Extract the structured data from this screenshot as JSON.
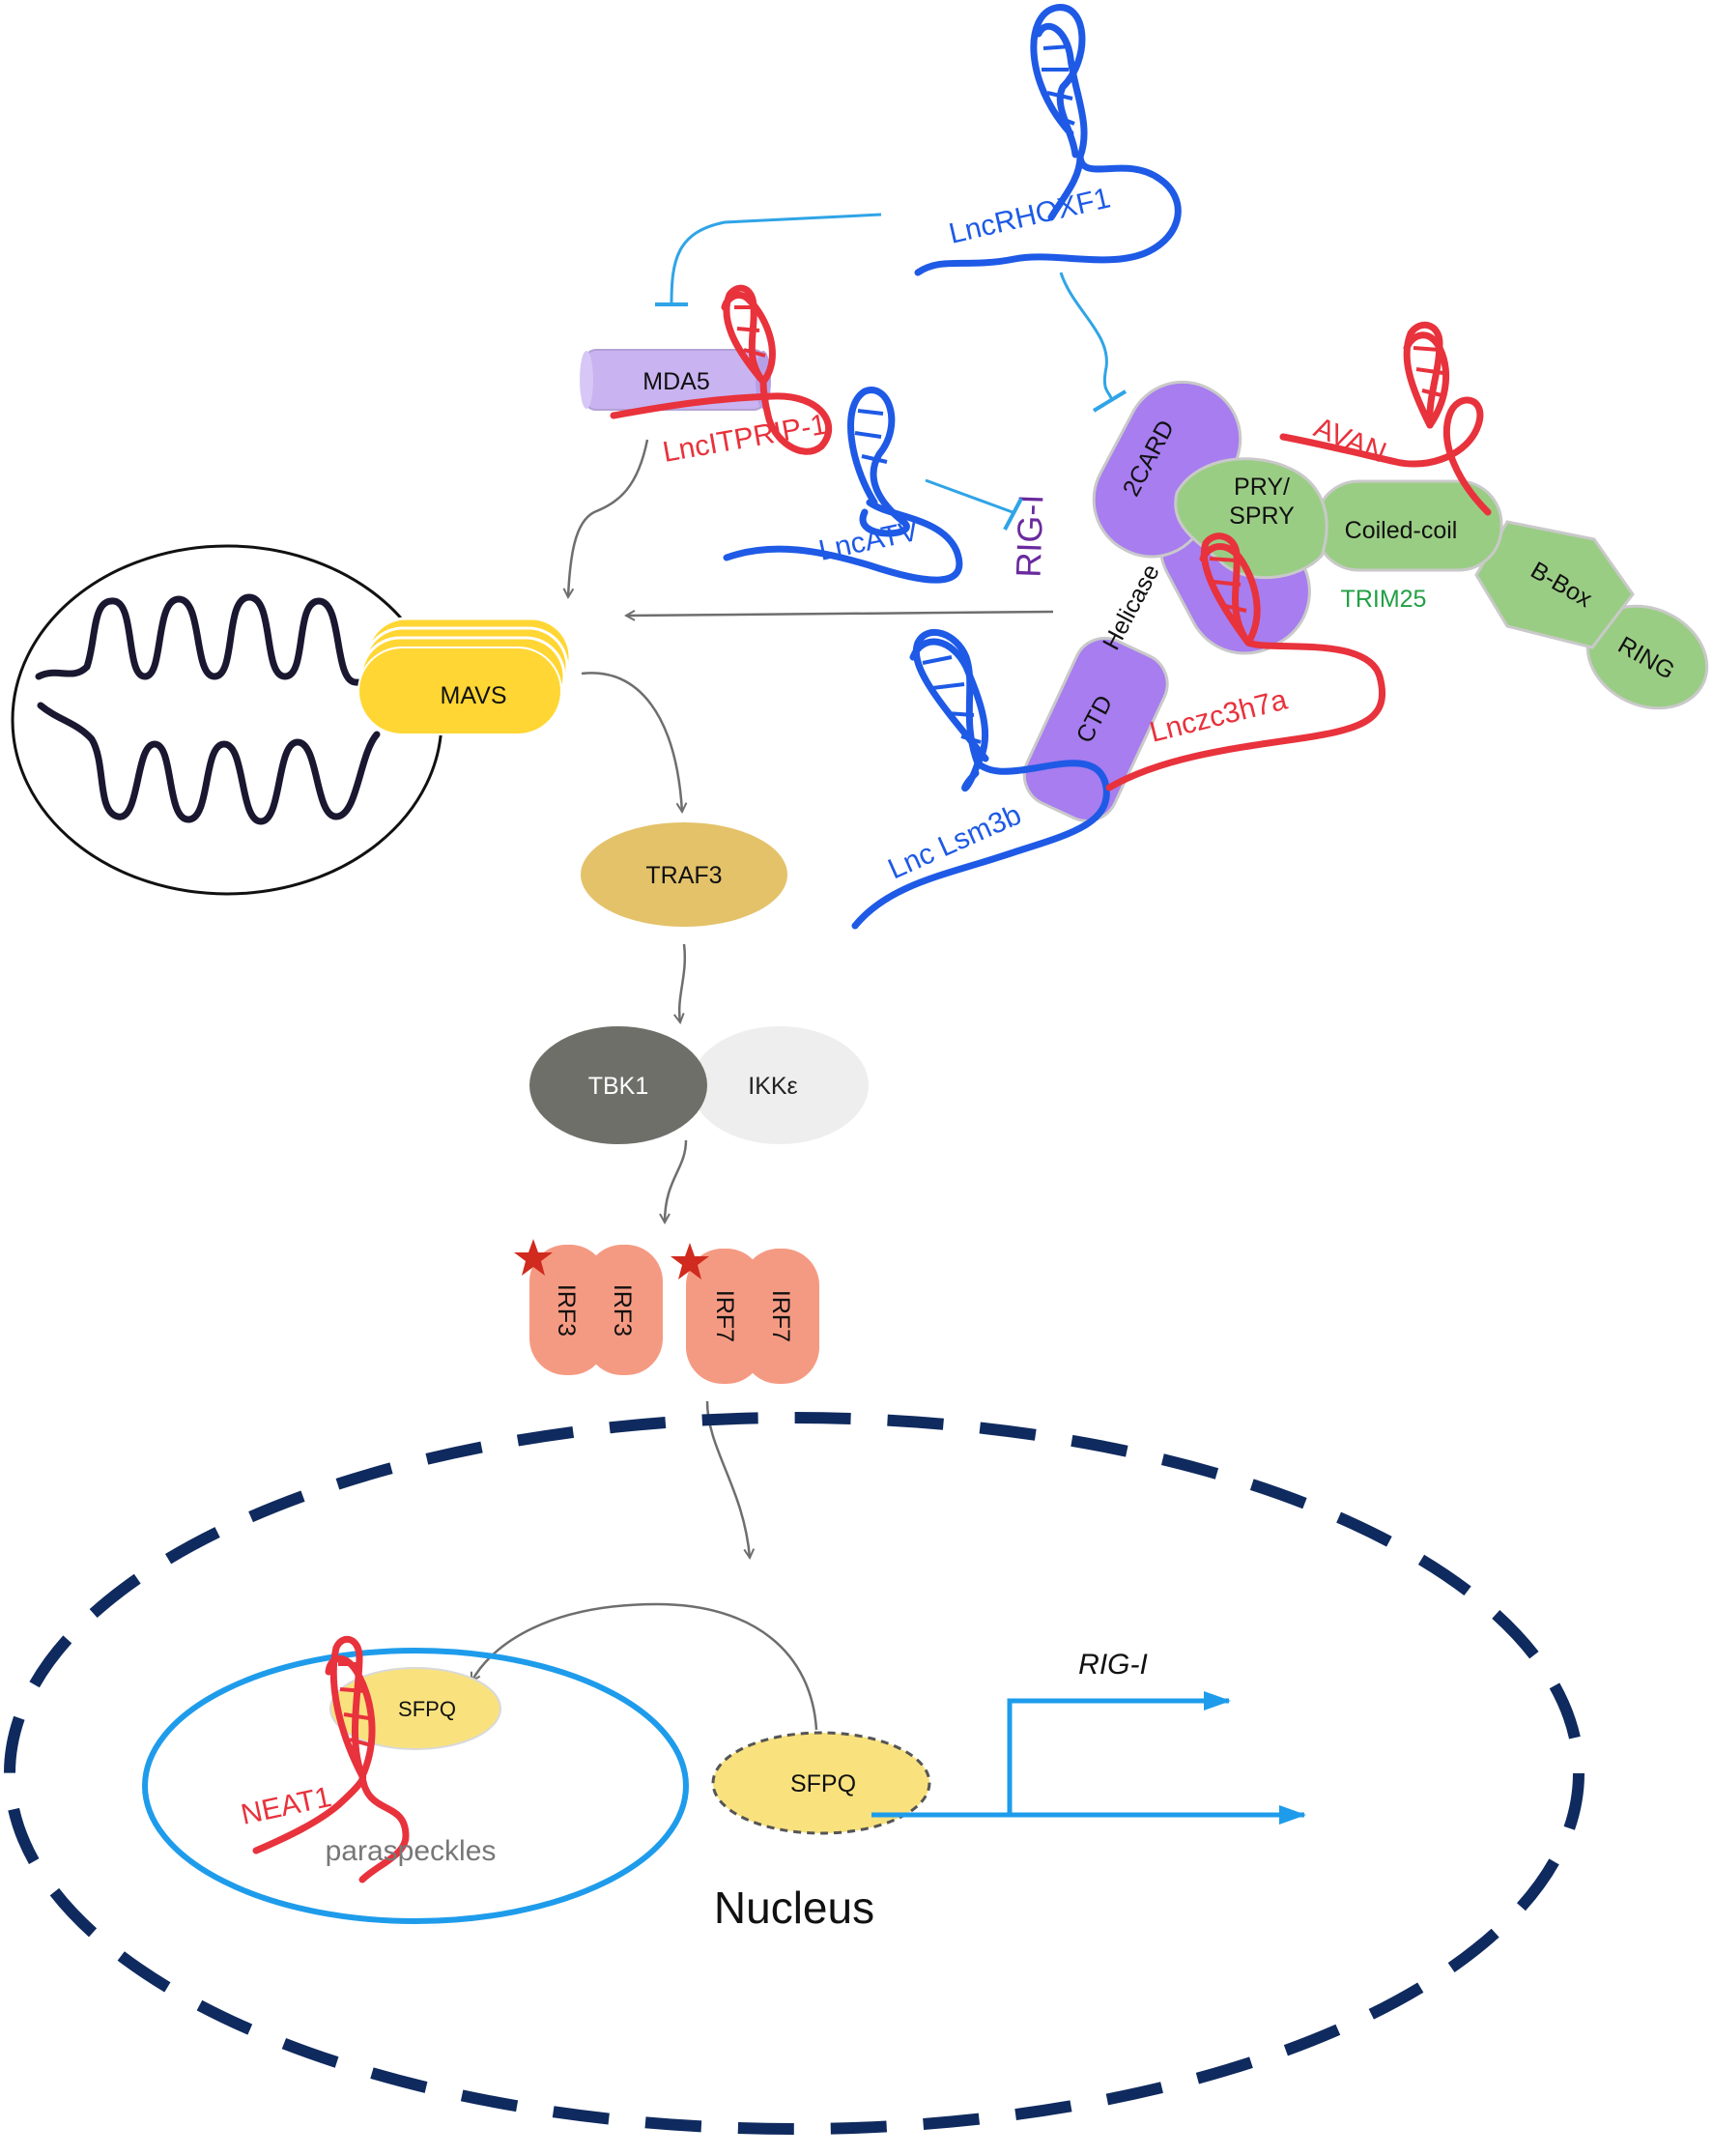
{
  "colors": {
    "lnc_blue": "#1E5AE6",
    "lnc_red": "#E8323C",
    "inhibit_line": "#2FA4E7",
    "arrow_gray": "#6E6E6E",
    "mda5_fill": "#C9B3F1",
    "rigi_fill": "#A77DF0",
    "rigi_label": "#6A2A9E",
    "trim25_fill": "#9ACD84",
    "trim25_label": "#22A045",
    "mavs_fill": "#FFD633",
    "traf3_fill": "#E4C26A",
    "tbk1_fill": "#6F6F6A",
    "ikke_fill": "#EEEEEE",
    "irf_fill": "#F59A82",
    "star": "#D12A1E",
    "sfpq_fill": "#F9E27E",
    "nucleus_outline": "#0F2A5E",
    "paraspeckle_outline": "#1E9CEB",
    "transcription_arrow": "#1E9CEB"
  },
  "labels": {
    "lnc_rhoxf1": "LncRHOXF1",
    "mda5": "MDA5",
    "lnc_itprip1": "LncITPRIP-1",
    "lnc_atv": "LncATV",
    "rig_i": "RIG-I",
    "card2": "2CARD",
    "helicase": "Helicase",
    "ctd": "CTD",
    "avan": "AVAN",
    "pry_spry_line1": "PRY/",
    "pry_spry_line2": "SPRY",
    "coiled_coil": "Coiled-coil",
    "b_box": "B-Box",
    "ring": "RING",
    "trim25": "TRIM25",
    "lnczc3h7a": "Lnczc3h7a",
    "lnc_lsm3b": "Lnc Lsm3b",
    "mavs": "MAVS",
    "traf3": "TRAF3",
    "tbk1": "TBK1",
    "ikke": "IKKε",
    "irf3_a": "IRF3",
    "irf3_b": "IRF3",
    "irf7_a": "IRF7",
    "irf7_b": "IRF7",
    "sfpq_inner": "SFPQ",
    "neat1": "NEAT1",
    "paraspeckles": "paraspeckles",
    "sfpq_outer": "SFPQ",
    "rig_i_gene": "RIG-I",
    "nucleus": "Nucleus"
  }
}
